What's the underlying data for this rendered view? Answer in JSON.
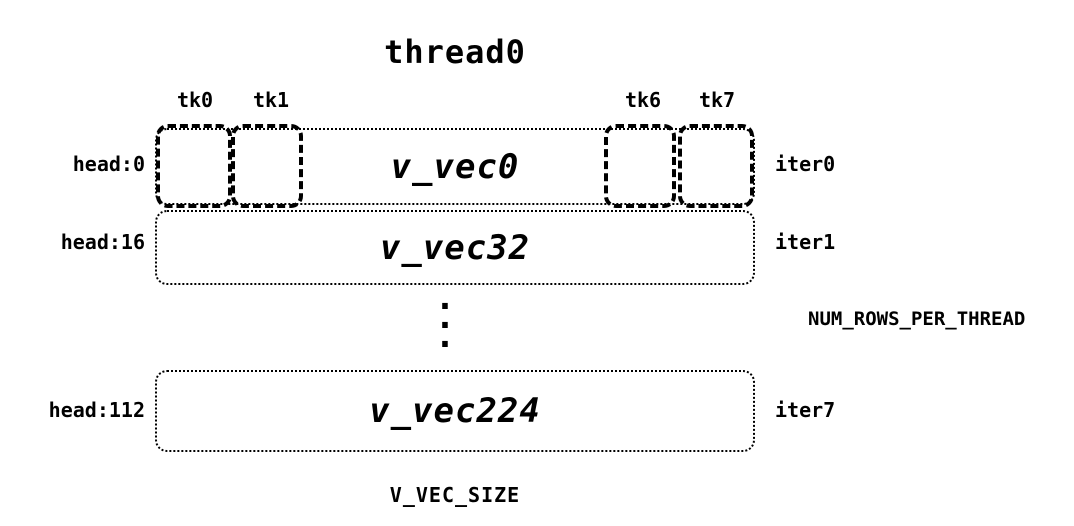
{
  "title": "thread0",
  "tk": [
    "tk0",
    "tk1",
    "tk6",
    "tk7"
  ],
  "rows": [
    {
      "head": "head:0",
      "vec": "v_vec0",
      "iter": "iter0"
    },
    {
      "head": "head:16",
      "vec": "v_vec32",
      "iter": "iter1"
    },
    {
      "head": "head:112",
      "vec": "v_vec224",
      "iter": "iter7"
    }
  ],
  "ellipsis_dot": ".",
  "num_rows_label": "NUM_ROWS_PER_THREAD",
  "v_vec_size_label": "V_VEC_SIZE",
  "colors": {
    "ink": "#000000",
    "background": "#ffffff"
  }
}
